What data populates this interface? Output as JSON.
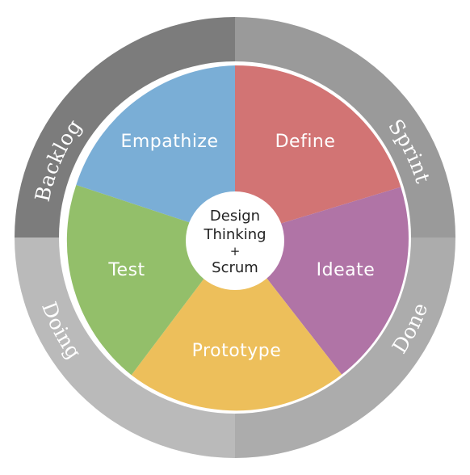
{
  "ring": {
    "quadrants": [
      {
        "id": "backlog",
        "label": "Backlog",
        "color": "#7c7c7c"
      },
      {
        "id": "sprint",
        "label": "Sprint",
        "color": "#9a9a9a"
      },
      {
        "id": "done",
        "label": "Done",
        "color": "#acacac"
      },
      {
        "id": "doing",
        "label": "Doing",
        "color": "#bababa"
      }
    ]
  },
  "phases": [
    {
      "id": "empathize",
      "label": "Empathize",
      "color": "#7aaed6"
    },
    {
      "id": "define",
      "label": "Define",
      "color": "#d27474"
    },
    {
      "id": "ideate",
      "label": "Ideate",
      "color": "#b074a6"
    },
    {
      "id": "prototype",
      "label": "Prototype",
      "color": "#edbf5b"
    },
    {
      "id": "test",
      "label": "Test",
      "color": "#93bf6a"
    }
  ],
  "center": {
    "lines": [
      "Design",
      "Thinking",
      "+",
      "Scrum"
    ]
  }
}
